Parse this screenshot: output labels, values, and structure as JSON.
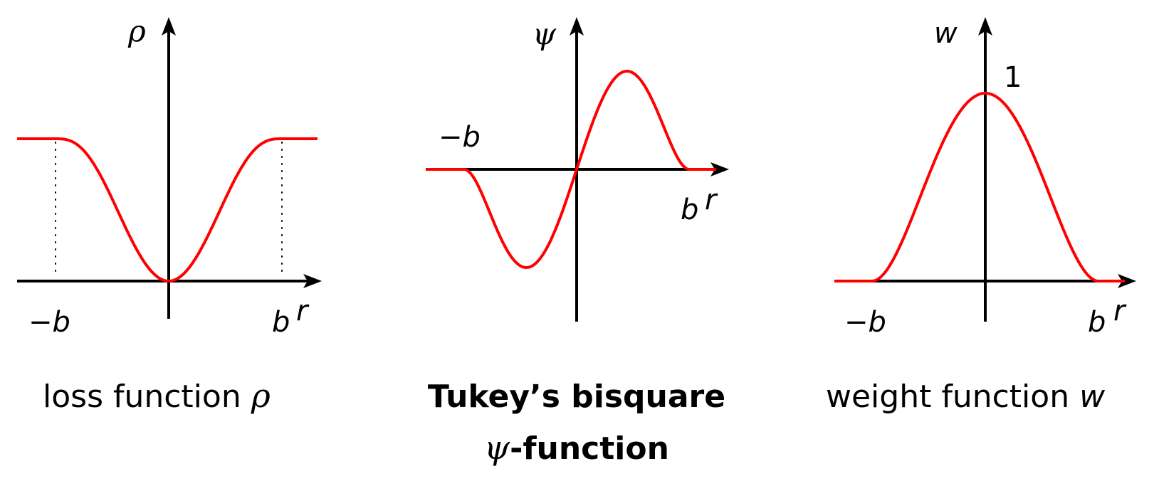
{
  "panels": [
    {
      "id": "rho",
      "y_axis_label": "ρ",
      "x_axis_label": "r",
      "neg_tick": "−b",
      "pos_tick": "b",
      "caption_text": "loss function ",
      "caption_symbol": "ρ"
    },
    {
      "id": "psi",
      "y_axis_label": "ψ",
      "x_axis_label": "r",
      "neg_tick": "−b",
      "pos_tick": "b",
      "caption_line1": "Tukey’s bisquare",
      "caption_symbol": "ψ",
      "caption_line2_rest": "-function"
    },
    {
      "id": "w",
      "y_axis_label": "w",
      "x_axis_label": "r",
      "neg_tick": "−b",
      "pos_tick": "b",
      "peak_label": "1",
      "caption_text": "weight function ",
      "caption_symbol": "w"
    }
  ],
  "colors": {
    "curve": "#ff0000",
    "axis": "#000000"
  }
}
